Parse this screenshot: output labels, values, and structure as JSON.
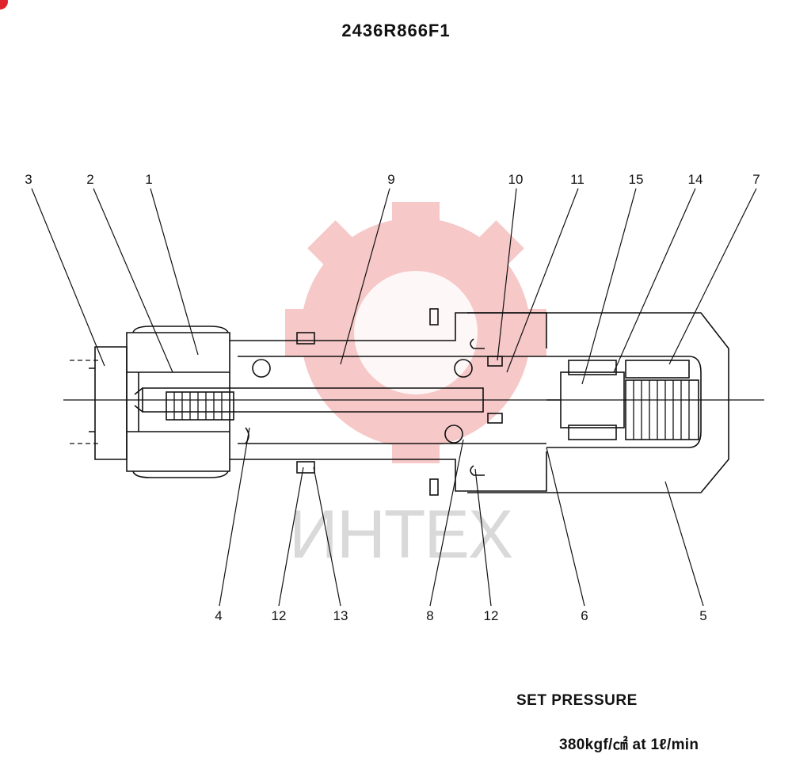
{
  "title": "2436R866F1",
  "spec": {
    "label": "SET PRESSURE",
    "value": "380kgf/㎠  at  1ℓ/min"
  },
  "watermark": {
    "text": "ИНТЕХ",
    "color": "#f4b6b6"
  },
  "callouts": [
    {
      "id": "c3",
      "label": "3"
    },
    {
      "id": "c2",
      "label": "2"
    },
    {
      "id": "c1",
      "label": "1"
    },
    {
      "id": "c9",
      "label": "9"
    },
    {
      "id": "c10",
      "label": "10"
    },
    {
      "id": "c11",
      "label": "11"
    },
    {
      "id": "c15",
      "label": "15"
    },
    {
      "id": "c14",
      "label": "14"
    },
    {
      "id": "c7",
      "label": "7"
    },
    {
      "id": "c4",
      "label": "4"
    },
    {
      "id": "c12a",
      "label": "12"
    },
    {
      "id": "c13",
      "label": "13"
    },
    {
      "id": "c8",
      "label": "8"
    },
    {
      "id": "c12b",
      "label": "12"
    },
    {
      "id": "c6",
      "label": "6"
    },
    {
      "id": "c5",
      "label": "5"
    }
  ]
}
